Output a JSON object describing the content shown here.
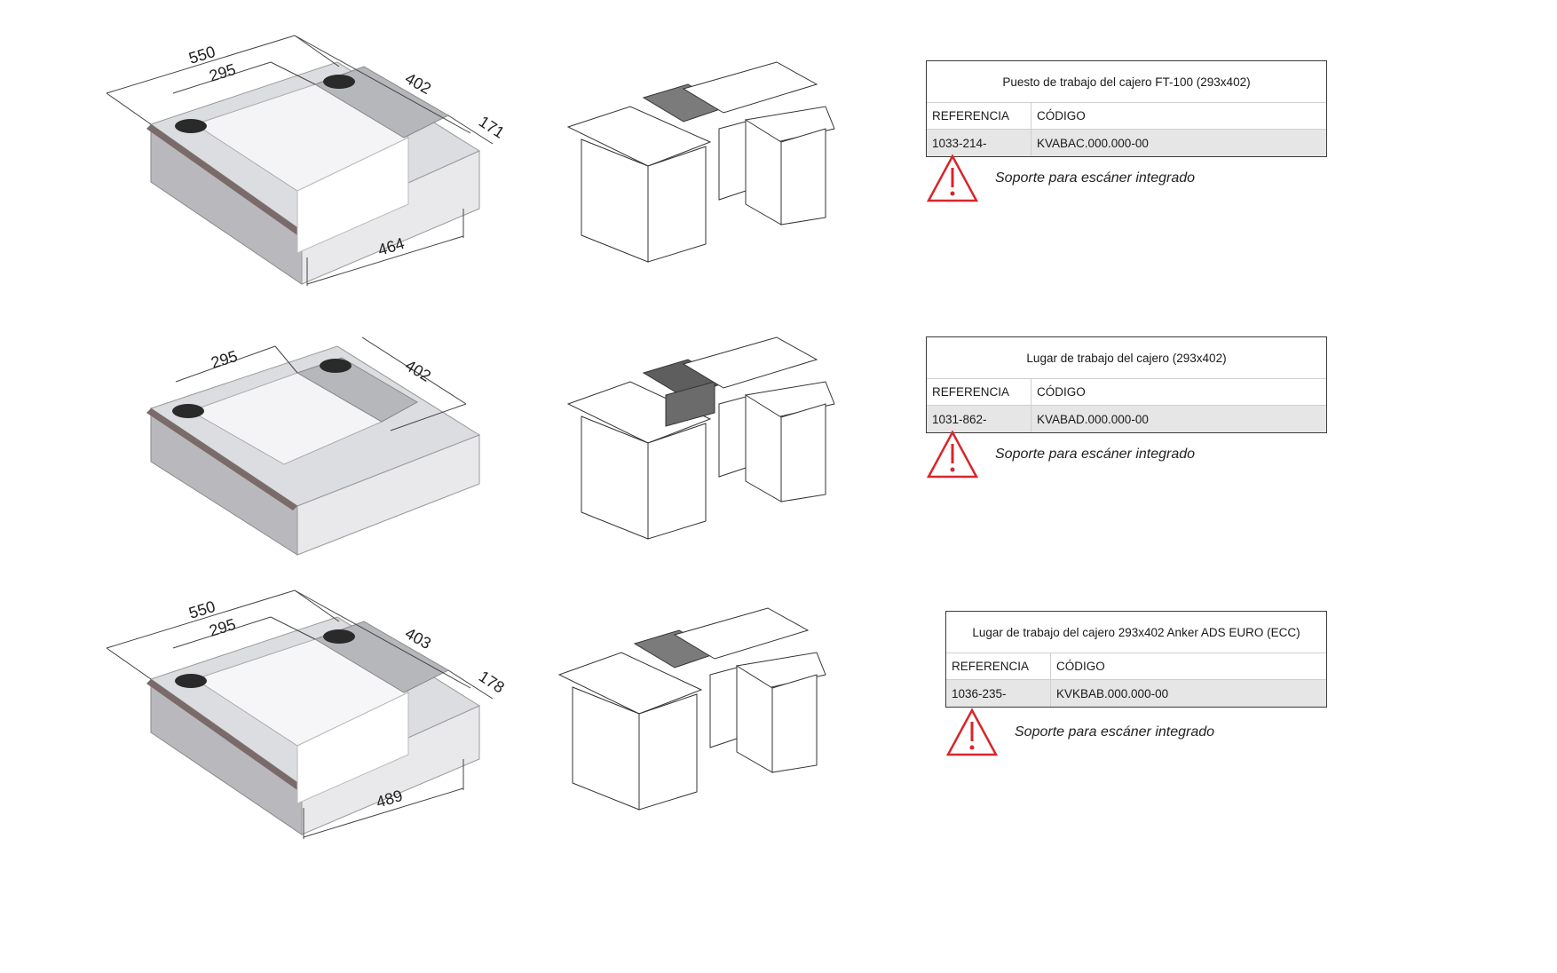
{
  "rows": [
    {
      "dims": {
        "d550": "550",
        "d295": "295",
        "d402": "402",
        "d171": "171",
        "d464": "464"
      },
      "spec": {
        "title": "Puesto de trabajo del cajero FT-100 (293x402)",
        "col_ref": "REFERENCIA",
        "col_code": "CÓDIGO",
        "reference": "1033-214-",
        "code": "KVABAC.000.000-00"
      },
      "note": "Soporte para escáner integrado"
    },
    {
      "dims": {
        "d295": "295",
        "d402": "402"
      },
      "spec": {
        "title": "Lugar de trabajo del cajero (293x402)",
        "col_ref": "REFERENCIA",
        "col_code": "CÓDIGO",
        "reference": "1031-862-",
        "code": "KVABAD.000.000-00"
      },
      "note": "Soporte para escáner integrado"
    },
    {
      "dims": {
        "d550": "550",
        "d295": "295",
        "d403": "403",
        "d178": "178",
        "d489": "489"
      },
      "spec": {
        "title": "Lugar de trabajo del cajero 293x402 Anker ADS EURO (ECC)",
        "col_ref": "REFERENCIA",
        "col_code": "CÓDIGO",
        "reference": "1036-235-",
        "code": "KVKBAB.000.000-00"
      },
      "note": "Soporte para escáner integrado"
    }
  ],
  "icons": {
    "warning": "warning-triangle-icon"
  },
  "colors": {
    "warning": "#d9252a",
    "metal": "#c8c8cc",
    "edge": "#7a6a6a",
    "dark_insert": "#6b6b6b"
  }
}
